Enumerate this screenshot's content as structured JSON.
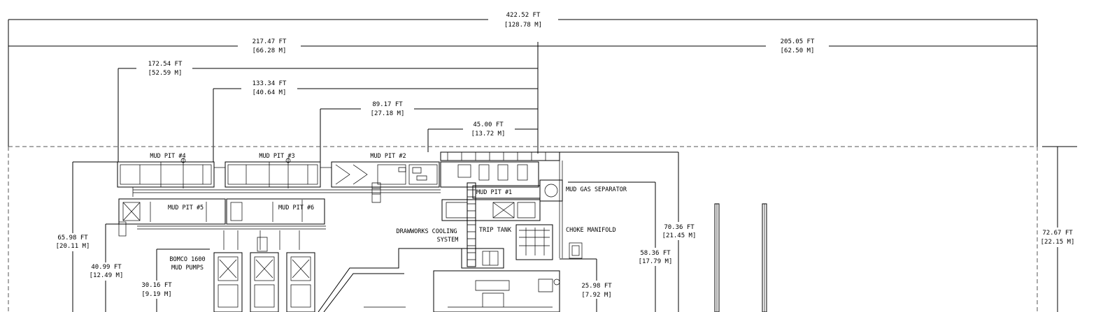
{
  "dimensions": {
    "overall_width": {
      "ft": "422.52 FT",
      "m": "[128.78 M]"
    },
    "left_section": {
      "ft": "217.47 FT",
      "m": "[66.28 M]"
    },
    "right_section": {
      "ft": "205.05 FT",
      "m": "[62.50 M]"
    },
    "to_mud_pit_4": {
      "ft": "172.54 FT",
      "m": "[52.59 M]"
    },
    "to_mud_pit_3": {
      "ft": "133.34 FT",
      "m": "[40.64 M]"
    },
    "to_mud_pit_2": {
      "ft": "89.17 FT",
      "m": "[27.18 M]"
    },
    "to_pit_tanks": {
      "ft": "45.00 FT",
      "m": "[13.72 M]"
    },
    "pit_depth": {
      "ft": "65.98 FT",
      "m": "[20.11 M]"
    },
    "pit5_offset": {
      "ft": "40.99 FT",
      "m": "[12.49 M]"
    },
    "pump_offset": {
      "ft": "30.16 FT",
      "m": "[9.19 M]"
    },
    "separator_height": {
      "ft": "58.36 FT",
      "m": "[17.79 M]"
    },
    "rig_height": {
      "ft": "70.36 FT",
      "m": "[21.45 M]"
    },
    "substructure_offset": {
      "ft": "25.98 FT",
      "m": "[7.92 M]"
    },
    "overall_depth": {
      "ft": "72.67 FT",
      "m": "[22.15 M]"
    }
  },
  "labels": {
    "mud_pit_4": "MUD PIT #4",
    "mud_pit_3": "MUD PIT #3",
    "mud_pit_2": "MUD PIT #2",
    "mud_pit_1": "MUD PIT #1",
    "mud_pit_5": "MUD PIT #5",
    "mud_pit_6": "MUD PIT #6",
    "mud_gas_separator": "MUD GAS SEPARATOR",
    "choke_manifold": "CHOKE MANIFOLD",
    "trip_tank": "TRIP TANK",
    "drawworks_cooling": "DRAWWORKS COOLING",
    "drawworks_system": "SYSTEM",
    "mud_pumps_model": "BOMCO 1600",
    "mud_pumps": "MUD PUMPS"
  }
}
